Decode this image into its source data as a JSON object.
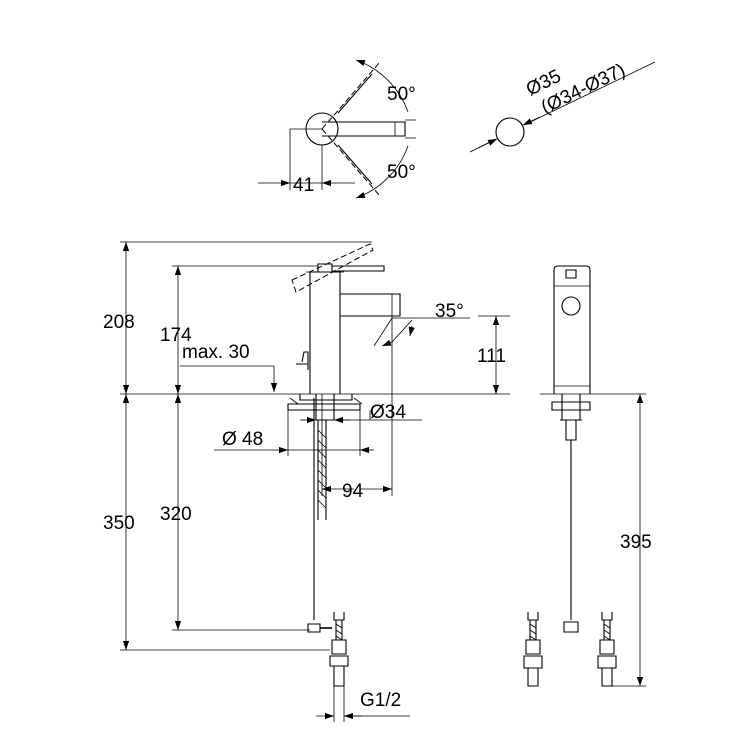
{
  "dimensions": {
    "top_swing_upper": "50°",
    "top_swing_lower": "50°",
    "top_offset": "41",
    "hole_diameter": "Ø35",
    "hole_range": "(Ø34-Ø37)",
    "total_height": "208",
    "spout_height": "174",
    "max_worktop": "max. 30",
    "spout_angle": "35°",
    "outlet_height": "111",
    "shank_diameter": "Ø34",
    "flange_diameter": "Ø 48",
    "reach": "94",
    "below_length": "350",
    "below_pull_rod": "320",
    "hose_length": "395",
    "thread": "G1/2"
  }
}
